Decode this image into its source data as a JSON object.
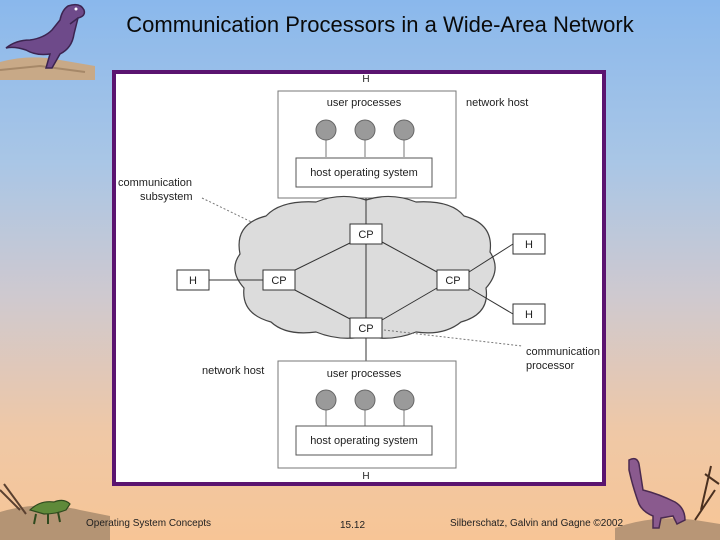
{
  "slide": {
    "title": "Communication Processors in a Wide-Area Network",
    "footer_left": "Operating System Concepts",
    "footer_center": "15.12",
    "footer_right": "Silberschatz, Galvin and  Gagne ©2002"
  },
  "diagram": {
    "top_h": "H",
    "bottom_h": "H",
    "top_user_processes": "user processes",
    "top_host_os": "host operating system",
    "network_host_top": "network host",
    "communication_subsystem_line1": "communication",
    "communication_subsystem_line2": "subsystem",
    "cp_top": "CP",
    "cp_left": "CP",
    "cp_right": "CP",
    "cp_bottom": "CP",
    "h_left": "H",
    "h_right_top": "H",
    "h_right_bottom": "H",
    "network_host_bottom": "network host",
    "communication_processor_line1": "communication",
    "communication_processor_line2": "processor",
    "bottom_user_processes": "user processes",
    "bottom_host_os": "host operating system"
  },
  "colors": {
    "frame_border": "#5b1470",
    "cloud": "#dcdcdc",
    "process_ball": "#9a9a9a"
  }
}
